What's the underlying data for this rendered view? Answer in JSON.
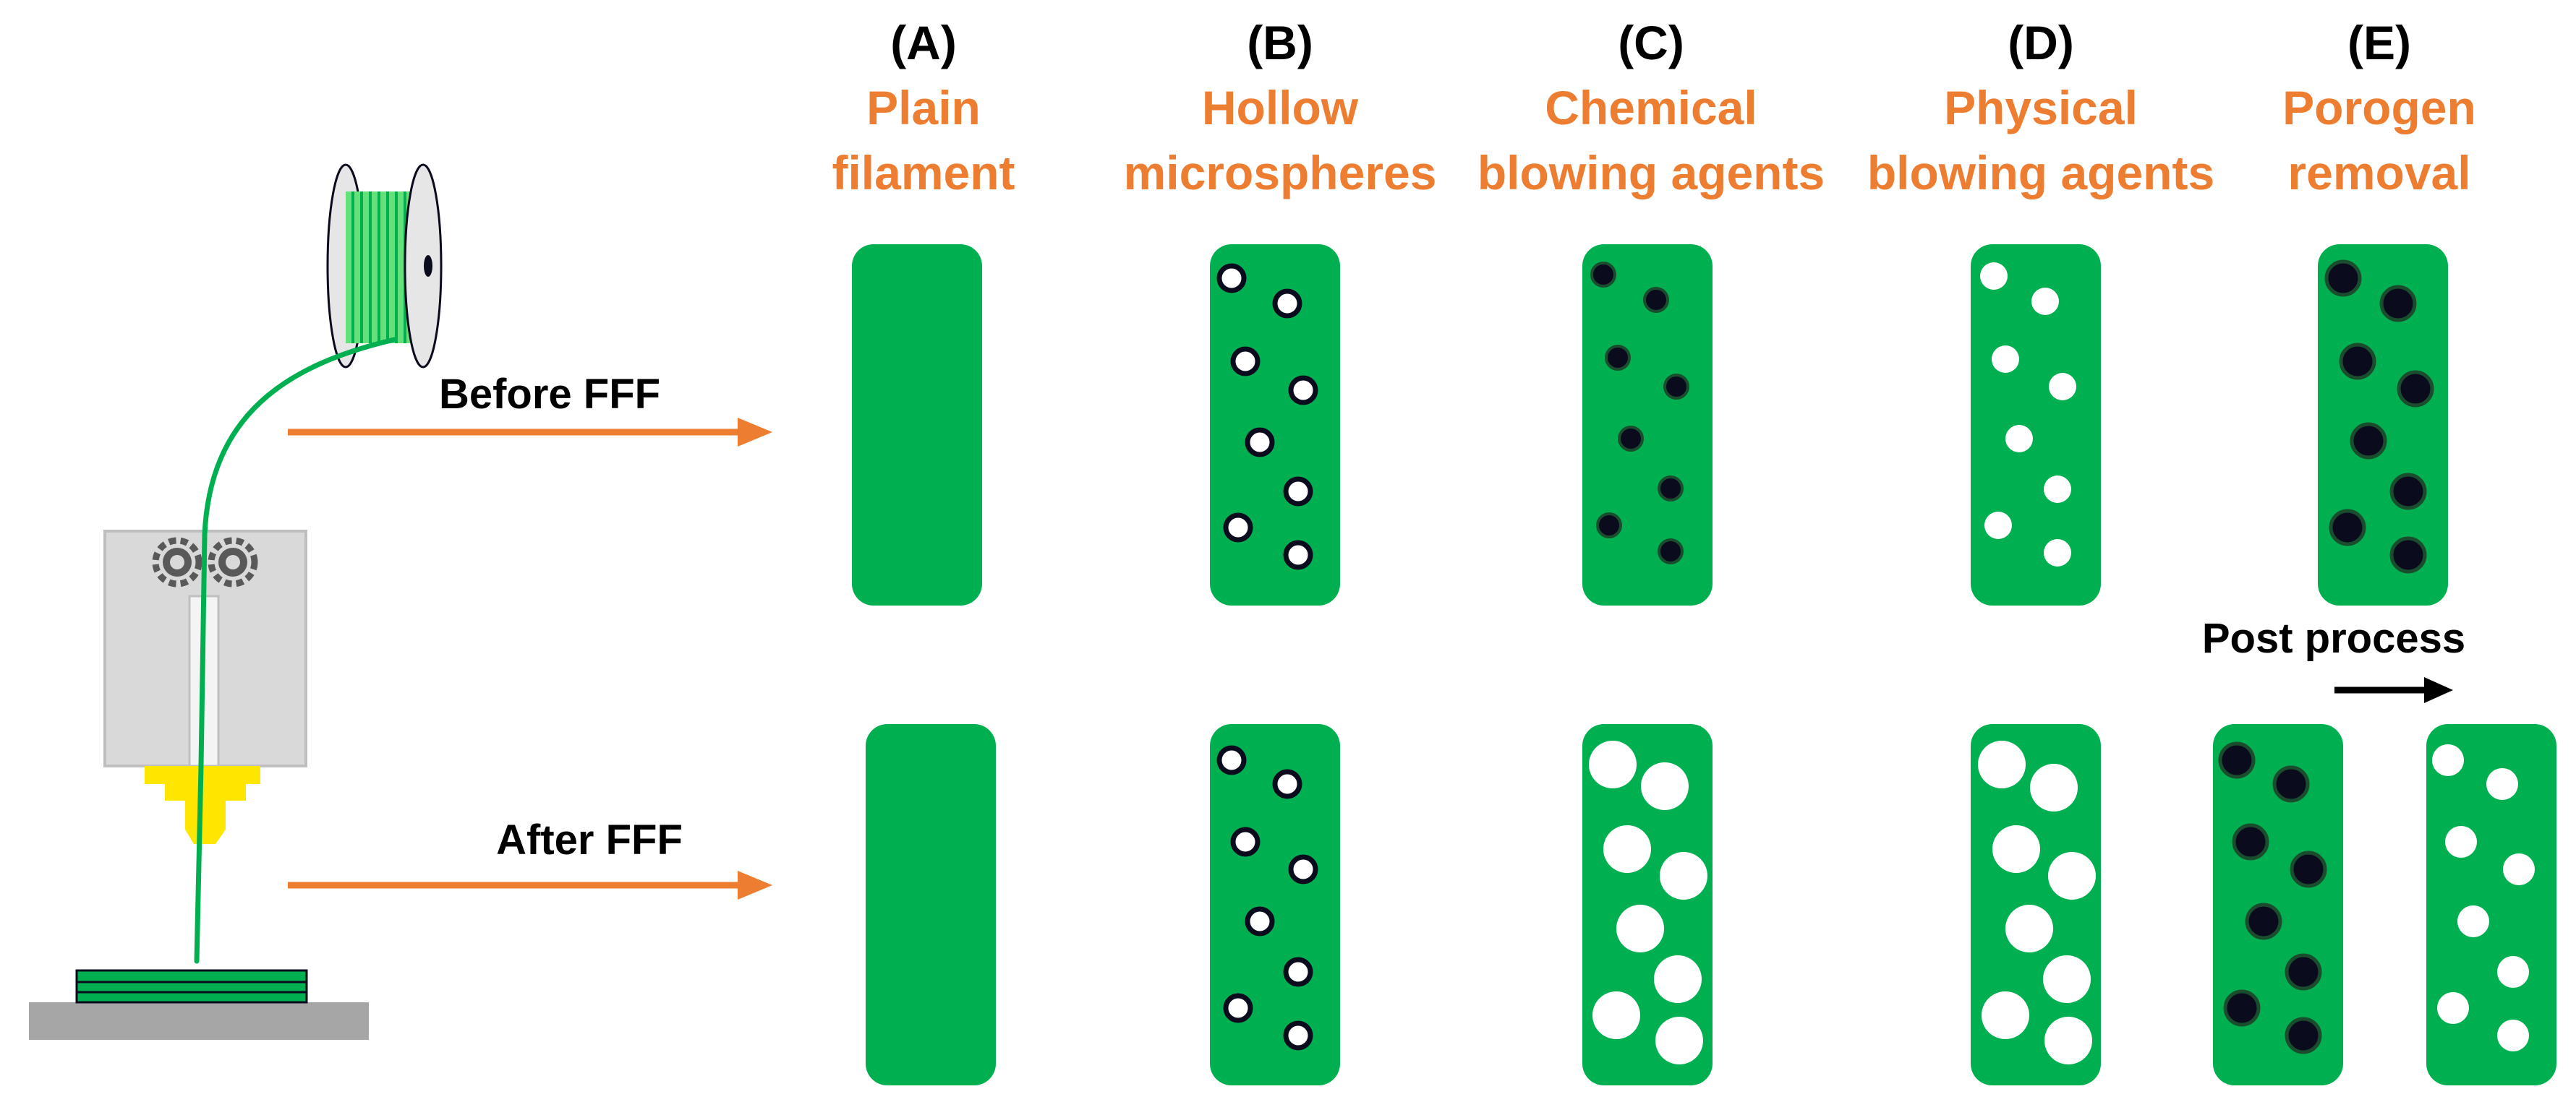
{
  "colors": {
    "filament_green": "#00B050",
    "light_green": "#66E07A",
    "arrow_orange": "#ED7D31",
    "title_orange": "#ED7D31",
    "particle_dark": "#0B0B1E",
    "void_white": "#FFFFFF",
    "printer_body": "#D9D9D9",
    "printer_border": "#BFBFBF",
    "nozzle_yellow": "#FFE600",
    "gear_gray": "#595959",
    "bed_gray": "#A6A6A6",
    "post_arrow": "#000000"
  },
  "icons": {
    "spool": "filament-spool-icon",
    "printer": "fff-printer-head-icon",
    "gears": "feed-gear-icon",
    "nozzle": "nozzle-icon",
    "bed": "print-bed-icon"
  },
  "rows": {
    "before": {
      "label": "Before FFF"
    },
    "after": {
      "label": "After FFF"
    }
  },
  "post_process": {
    "label": "Post process"
  },
  "columns": [
    {
      "id": "A",
      "letter": "(A)",
      "title_line1": "Plain",
      "title_line2": "filament"
    },
    {
      "id": "B",
      "letter": "(B)",
      "title_line1": "Hollow",
      "title_line2": "microspheres"
    },
    {
      "id": "C",
      "letter": "(C)",
      "title_line1": "Chemical",
      "title_line2": "blowing agents"
    },
    {
      "id": "D",
      "letter": "(D)",
      "title_line1": "Physical",
      "title_line2": "blowing agents"
    },
    {
      "id": "E",
      "letter": "(E)",
      "title_line1": "Porogen",
      "title_line2": "removal"
    }
  ]
}
